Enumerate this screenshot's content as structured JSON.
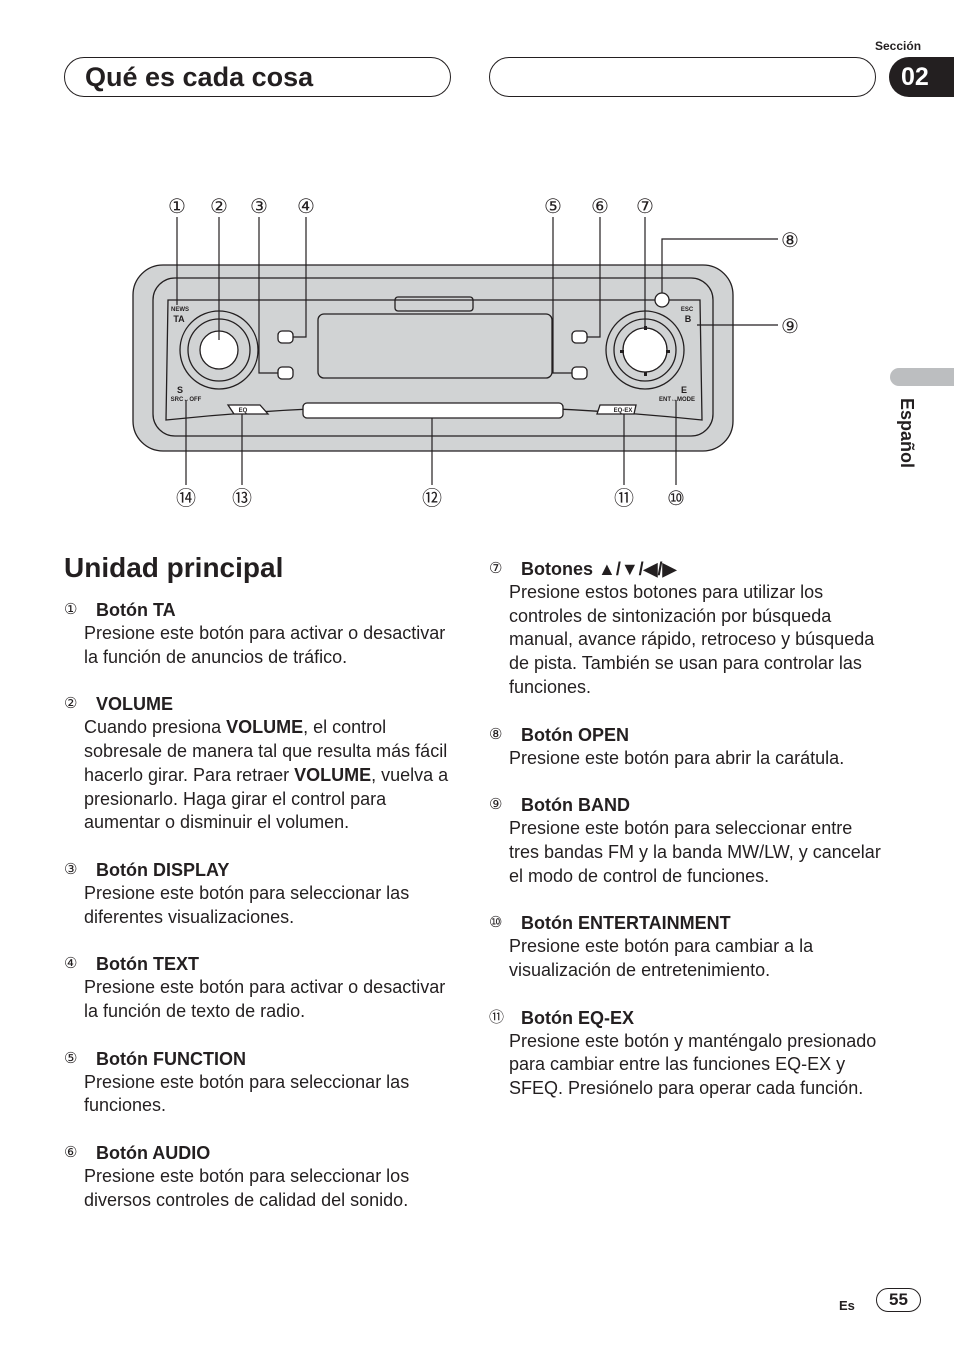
{
  "header": {
    "title": "Qué es cada cosa",
    "section_label": "Sección",
    "section_number": "02"
  },
  "side_tab": {
    "language": "Español"
  },
  "diagram": {
    "callouts": [
      "①",
      "②",
      "③",
      "④",
      "⑤",
      "⑥",
      "⑦",
      "⑧",
      "⑨",
      "⑩",
      "⑪",
      "⑫",
      "⑬",
      "⑭"
    ],
    "device_labels": {
      "news": "NEWS",
      "ta": "TA",
      "s": "S",
      "src_off": "SRC↔OFF",
      "eq": "EQ",
      "eq_ex": "EQ-EX",
      "esc": "ESC",
      "b": "B",
      "e": "E",
      "ent_mode": "ENT↔MODE"
    }
  },
  "main": {
    "heading": "Unidad principal",
    "left_items": [
      {
        "num": "①",
        "title": "Botón TA",
        "body": [
          {
            "t": "Presione este botón para activar o desactivar la función de anuncios de tráfico."
          }
        ]
      },
      {
        "num": "②",
        "title": "VOLUME",
        "body": [
          {
            "t": "Cuando presiona "
          },
          {
            "t": "VOLUME",
            "b": true
          },
          {
            "t": ", el control sobresale de manera tal que resulta más fácil hacerlo girar. Para retraer "
          },
          {
            "t": "VOLUME",
            "b": true
          },
          {
            "t": ", vuelva a presionarlo. Haga girar el control para aumentar o disminuir el volumen."
          }
        ]
      },
      {
        "num": "③",
        "title": "Botón DISPLAY",
        "body": [
          {
            "t": "Presione este botón para seleccionar las diferentes visualizaciones."
          }
        ]
      },
      {
        "num": "④",
        "title": "Botón TEXT",
        "body": [
          {
            "t": "Presione este botón para activar o desactivar la función de texto de radio."
          }
        ]
      },
      {
        "num": "⑤",
        "title": "Botón FUNCTION",
        "body": [
          {
            "t": "Presione este botón para seleccionar las funciones."
          }
        ]
      },
      {
        "num": "⑥",
        "title": "Botón AUDIO",
        "body": [
          {
            "t": "Presione este botón para seleccionar los diversos controles de calidad del sonido."
          }
        ]
      }
    ],
    "right_items": [
      {
        "num": "⑦",
        "title": "Botones ▲/▼/◀/▶",
        "body": [
          {
            "t": "Presione estos botones para utilizar los controles de sintonización por búsqueda manual, avance rápido, retroceso y búsqueda de pista. También se usan para controlar las funciones."
          }
        ]
      },
      {
        "num": "⑧",
        "title": "Botón OPEN",
        "body": [
          {
            "t": "Presione este botón para abrir la carátula."
          }
        ]
      },
      {
        "num": "⑨",
        "title": "Botón BAND",
        "body": [
          {
            "t": "Presione este botón para seleccionar entre tres bandas FM y la banda MW/LW, y cancelar el modo de control de funciones."
          }
        ]
      },
      {
        "num": "⑩",
        "title": "Botón ENTERTAINMENT",
        "body": [
          {
            "t": "Presione este botón para cambiar a la visualización de entretenimiento."
          }
        ]
      },
      {
        "num": "⑪",
        "title": "Botón EQ-EX",
        "body": [
          {
            "t": "Presione este botón y manténgalo presionado para cambiar entre las funciones EQ-EX y SFEQ. Presiónelo para operar cada función."
          }
        ]
      }
    ]
  },
  "footer": {
    "lang_code": "Es",
    "page_number": "55"
  }
}
